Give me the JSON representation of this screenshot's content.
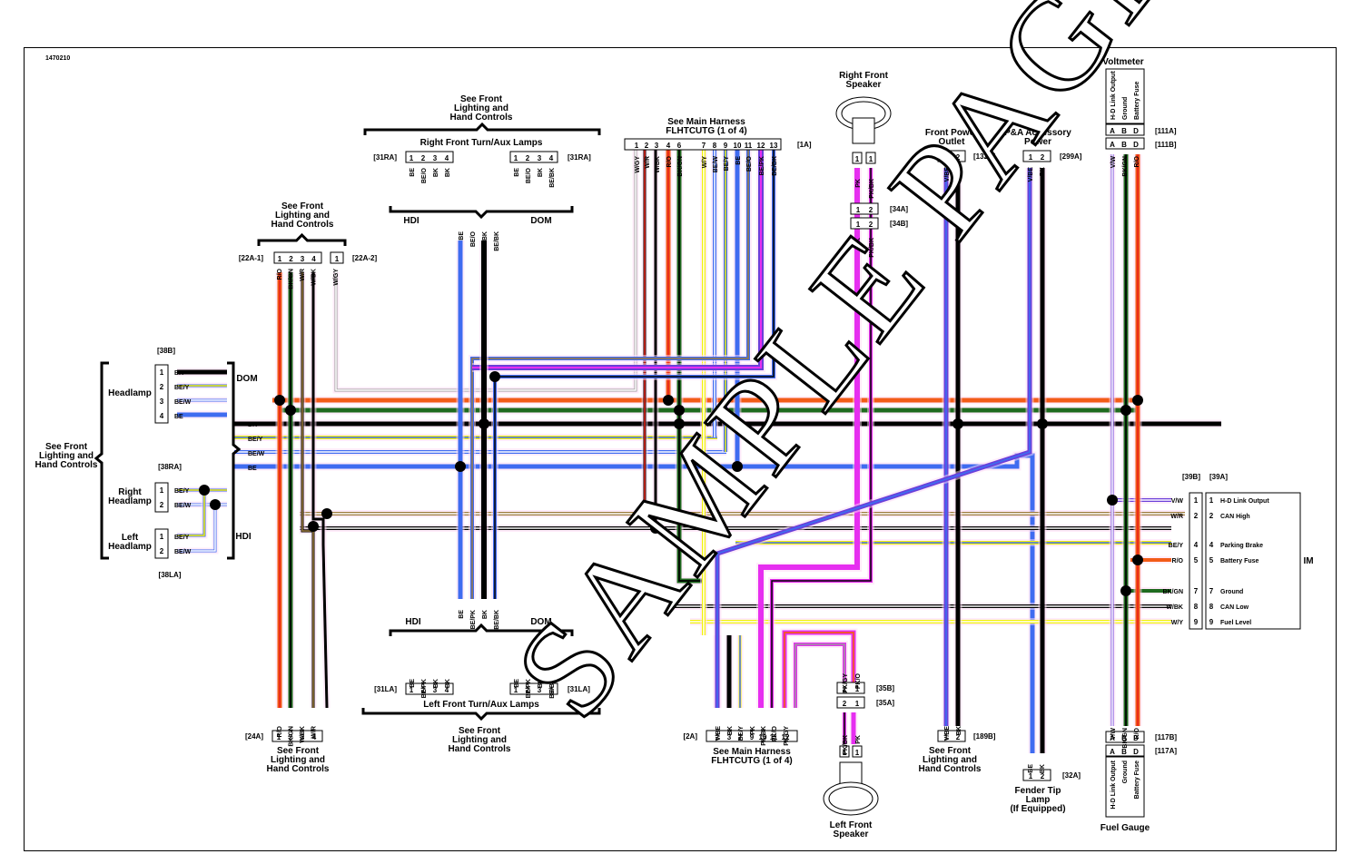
{
  "diagram": {
    "drawing_number": "1470210",
    "watermark": "SAMPLE PAGE",
    "colors": {
      "BK": "#000000",
      "BE": "#3f6cf0",
      "Y": "#f2f20a",
      "GN": "#1f6b1f",
      "O": "#f25c18",
      "R": "#e8261c",
      "W": "#ffffff",
      "GY": "#9a9a9a",
      "PK": "#e62ef0",
      "V": "#6a3fd9",
      "TN": "#9c7a3c",
      "outline": "#000000"
    },
    "groups": {
      "top_left_lighting": {
        "title": [
          "See Front",
          "Lighting and",
          "Hand Controls"
        ],
        "connector_a": "[22A-1]",
        "connector_b": "[22A-2]",
        "pins_a": [
          "1",
          "2",
          "3",
          "4"
        ],
        "pins_b": [
          "1"
        ],
        "wires_a": [
          "R/O",
          "BK/GN",
          "W/R",
          "W/BK"
        ],
        "wires_b": [
          "W/GY"
        ]
      },
      "right_front_turn": {
        "title": [
          "See Front",
          "Lighting and",
          "Hand Controls"
        ],
        "subtitle": "Right Front Turn/Aux Lamps",
        "left_connector": "[31RA]",
        "right_connector": "[31RA]",
        "pins": [
          "1",
          "2",
          "3",
          "4"
        ],
        "hdi_wires": [
          "BE",
          "BE/O",
          "BK",
          "BK"
        ],
        "dom_wires": [
          "BE",
          "BE/O",
          "BK",
          "BE/BK"
        ],
        "hdi_label": "HDI",
        "dom_label": "DOM",
        "merged_wires": [
          "BE",
          "BE/O",
          "BK",
          "BE/BK"
        ]
      },
      "main_harness_top": {
        "title": [
          "See Main Harness",
          "FLHTCUTG (1 of 4)"
        ],
        "connector": "[1A]",
        "pins": [
          "1",
          "2",
          "3",
          "4",
          "6",
          "7",
          "8",
          "9",
          "10",
          "11",
          "12",
          "13"
        ],
        "wires": [
          "W/GY",
          "W/R",
          "W/BK",
          "R/O",
          "BK/GN",
          "W/Y",
          "BE/W",
          "BE/Y",
          "BE",
          "BE/O",
          "BE/PK",
          "BE/BK"
        ]
      },
      "right_front_speaker": {
        "title": [
          "Right Front",
          "Speaker"
        ],
        "pins": [
          "1",
          "1"
        ],
        "wires": [
          "PK",
          "PK/BK"
        ],
        "connector_a": "[34A]",
        "connector_b": "[34B]",
        "conn_pins": [
          "1",
          "2"
        ]
      },
      "front_power_outlet": {
        "title": [
          "Front Power",
          "Outlet"
        ],
        "connector": "[132B]",
        "pins": [
          "1",
          "2"
        ],
        "wires": [
          "V/BE",
          "BK"
        ]
      },
      "pa_accessory": {
        "title": [
          "P&A Accessory",
          "Power"
        ],
        "connector": "[299A]",
        "pins": [
          "1",
          "2"
        ],
        "wires": [
          "V/BE",
          "BK"
        ]
      },
      "voltmeter": {
        "title": "Voltmeter",
        "functions": [
          "H-D Link Output",
          "Ground",
          "Battery Fuse"
        ],
        "pins": [
          "A",
          "B",
          "D"
        ],
        "connector_a": "[111A]",
        "connector_b": "[111B]",
        "wires": [
          "V/W",
          "BK/GN",
          "R/O"
        ]
      },
      "headlamps": {
        "side_label": [
          "See Front",
          "Lighting and",
          "Hand Controls"
        ],
        "headlamp": {
          "label": "Headlamp",
          "connector": "[38B]",
          "pins": [
            "1",
            "2",
            "3",
            "4"
          ],
          "wires": [
            "BK",
            "BE/Y",
            "BE/W",
            "BE"
          ]
        },
        "right_headlamp": {
          "label": [
            "Right",
            "Headlamp"
          ],
          "connector": "[38RA]",
          "pins": [
            "1",
            "2"
          ],
          "wires": [
            "BE/Y",
            "BE/W"
          ]
        },
        "left_headlamp": {
          "label": [
            "Left",
            "Headlamp"
          ],
          "connector": "[38LA]",
          "pins": [
            "1",
            "2"
          ],
          "wires": [
            "BE/Y",
            "BE/W"
          ]
        },
        "dom_label": "DOM",
        "hdi_label": "HDI",
        "bus_wires": [
          "BK",
          "BE/Y",
          "BE/W",
          "BE"
        ]
      },
      "im": {
        "label": "IM",
        "connector_a": "[39B]",
        "connector_b": "[39A]",
        "rows": [
          {
            "wire": "V/W",
            "pin": "1",
            "function": "H-D Link Output"
          },
          {
            "wire": "W/R",
            "pin": "2",
            "function": "CAN High"
          },
          {
            "wire": "BE/Y",
            "pin": "4",
            "function": "Parking Brake"
          },
          {
            "wire": "R/O",
            "pin": "5",
            "function": "Battery Fuse"
          },
          {
            "wire": "BK/GN",
            "pin": "7",
            "function": "Ground"
          },
          {
            "wire": "W/BK",
            "pin": "8",
            "function": "CAN Low"
          },
          {
            "wire": "W/Y",
            "pin": "9",
            "function": "Fuel Level"
          }
        ]
      },
      "left_front_turn": {
        "title": [
          "See Front",
          "Lighting and",
          "Hand Controls"
        ],
        "subtitle": "Left Front Turn/Aux Lamps",
        "left_connector": "[31LA]",
        "right_connector": "[31LA]",
        "pins": [
          "1",
          "2",
          "3",
          "4"
        ],
        "hdi_wires": [
          "BE",
          "BE/PK",
          "BK",
          "BK"
        ],
        "dom_wires": [
          "BE",
          "BE/PK",
          "BK",
          "BE/BK"
        ],
        "hdi_label": "HDI",
        "dom_label": "DOM",
        "merged_wires": [
          "BE",
          "BE/PK",
          "BK",
          "BE/BK"
        ]
      },
      "bottom_left_lighting": {
        "title": [
          "See Front",
          "Lighting and",
          "Hand Controls"
        ],
        "connector": "[24A]",
        "pins": [
          "1",
          "2",
          "3",
          "4"
        ],
        "wires": [
          "R/O",
          "BK/GN",
          "W/BK",
          "W/R"
        ]
      },
      "main_harness_bottom": {
        "title": [
          "See Main Harness",
          "FLHTCUTG (1 of 4)"
        ],
        "connector": "[2A]",
        "pins": [
          "2",
          "3",
          "7",
          "9",
          "10",
          "11",
          "12"
        ],
        "wires": [
          "V/BE",
          "BK",
          "BE/Y",
          "PK",
          "PK/BK",
          "PK/O",
          "PK/GY"
        ]
      },
      "left_front_speaker": {
        "title": [
          "Left Front",
          "Speaker"
        ],
        "connector_a": "[35B]",
        "connector_b": "[35A]",
        "conn_pins": [
          "2",
          "1"
        ],
        "wires_top": [
          "PK/GY",
          "PK/O"
        ],
        "wires_bottom": [
          "PK/BK",
          "PK"
        ],
        "pins": [
          "1",
          "1"
        ]
      },
      "bottom_power_outlet": {
        "title": [
          "See Front",
          "Lighting and",
          "Hand Controls"
        ],
        "connector": "[189B]",
        "pins": [
          "1",
          "2"
        ],
        "wires": [
          "V/BE",
          "BK"
        ]
      },
      "fender_tip": {
        "title": [
          "Fender Tip",
          "Lamp",
          "(If Equipped)"
        ],
        "connector": "[32A]",
        "pins": [
          "1",
          "2"
        ],
        "wires": [
          "BE",
          "BK"
        ]
      },
      "fuel_gauge": {
        "title": "Fuel Gauge",
        "functions": [
          "H-D Link Output",
          "Ground",
          "Battery Fuse"
        ],
        "pins": [
          "A",
          "B",
          "D"
        ],
        "connector_a": "[117B]",
        "connector_b": "[117A]",
        "wires": [
          "V/W",
          "BK/GN",
          "R/O"
        ]
      }
    }
  }
}
